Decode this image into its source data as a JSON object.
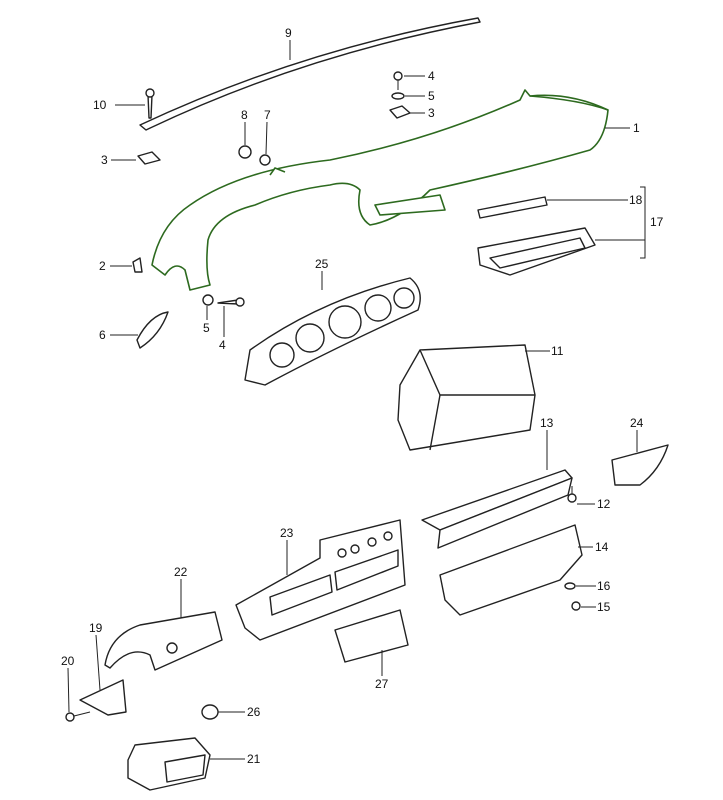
{
  "diagram": {
    "title": "Dashboard parts exploded view",
    "accent_color": "#2d6a1f",
    "callouts": {
      "p1": "1",
      "p2": "2",
      "p3a": "3",
      "p3b": "3",
      "p4a": "4",
      "p4b": "4",
      "p5a": "5",
      "p5b": "5",
      "p6": "6",
      "p7": "7",
      "p8": "8",
      "p9": "9",
      "p10": "10",
      "p11": "11",
      "p12": "12",
      "p13": "13",
      "p14": "14",
      "p15": "15",
      "p16": "16",
      "p17": "17",
      "p18": "18",
      "p19": "19",
      "p20": "20",
      "p21": "21",
      "p22": "22",
      "p23": "23",
      "p24": "24",
      "p25": "25",
      "p26": "26",
      "p27": "27"
    }
  }
}
